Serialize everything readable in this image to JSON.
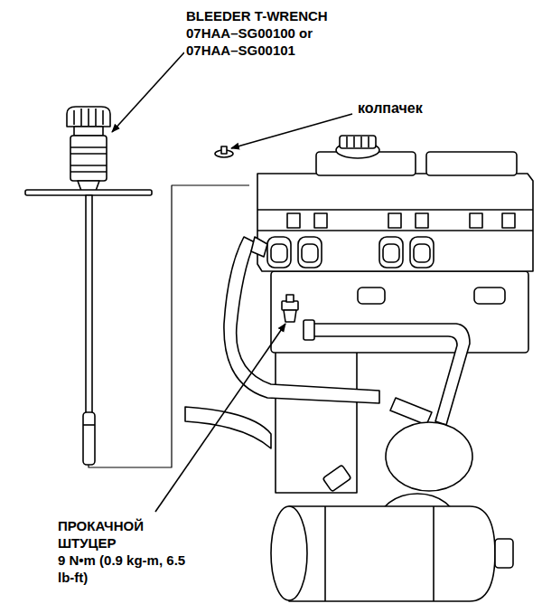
{
  "diagram": {
    "labels": [
      "BLEEDER T-WRENCH",
      "07HAA–SG00100 or 07HAA–SG00101",
      "колпачек",
      "ПРОКАЧНОЙ ШТУЦЕР",
      "9 N•m (0.9 kg-m, 6.5 lb-ft)"
    ]
  }
}
